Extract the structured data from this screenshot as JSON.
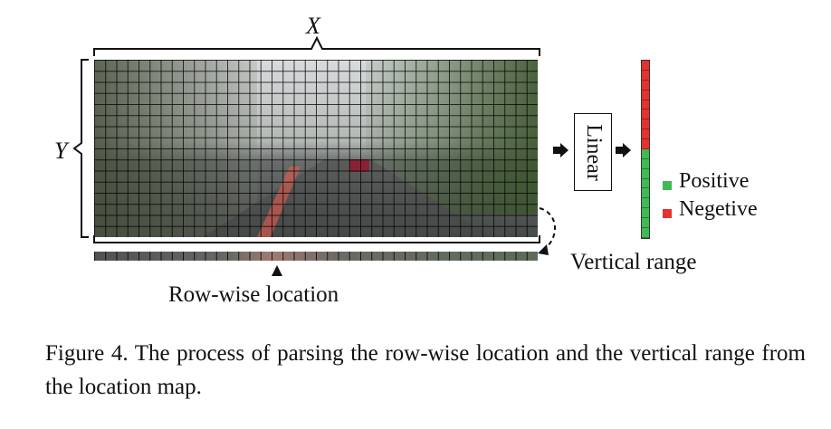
{
  "diagram": {
    "x_axis_label": "X",
    "y_axis_label": "Y",
    "linear_label": "Linear",
    "legend": [
      {
        "label": "Positive",
        "color": "#3fba55"
      },
      {
        "label": "Negetive",
        "color": "#e4332e"
      }
    ],
    "vertical_range_label": "Vertical range",
    "row_wise_label": "Row-wise location",
    "range_bar": {
      "red_cells": 9,
      "green_cells": 9,
      "red_color": "#e4332e",
      "green_color": "#3fba55"
    }
  },
  "caption": "Figure 4. The process of parsing the row-wise location and the vertical range from the location map."
}
